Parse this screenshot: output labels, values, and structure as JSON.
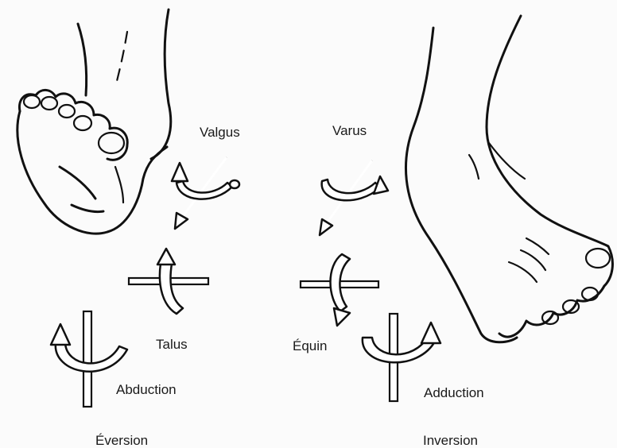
{
  "labels": {
    "valgus": "Valgus",
    "varus": "Varus",
    "talus": "Talus",
    "equin": "Équin",
    "abduction": "Abduction",
    "adduction": "Adduction",
    "eversion": "Éversion",
    "inversion": "Inversion"
  },
  "colors": {
    "ink": "#111111",
    "paper": "#fbfbfb"
  }
}
